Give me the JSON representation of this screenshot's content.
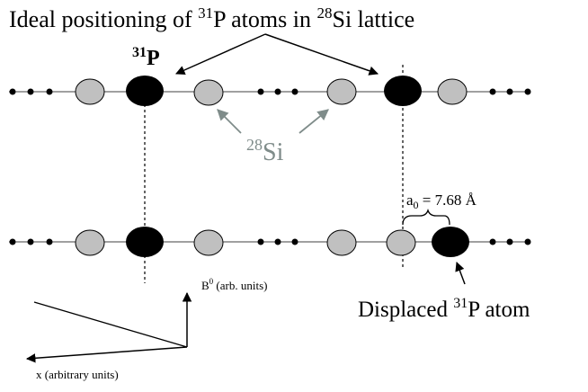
{
  "title": {
    "prefix": "Ideal positioning of ",
    "p_mass": "31",
    "p_symbol": "P",
    "middle": " atoms in ",
    "si_mass": "28",
    "si_symbol": "Si",
    "suffix": " lattice"
  },
  "labels": {
    "p_label_mass": "31",
    "p_label_symbol": "P",
    "si_label_mass": "28",
    "si_label_symbol": "Si",
    "lattice_const_symbol": "a",
    "lattice_const_sub": "0",
    "lattice_const_value": " = 7.68 Å",
    "displaced_prefix": "Displaced ",
    "displaced_mass": "31",
    "displaced_suffix": "P atom",
    "b_axis_symbol": "B",
    "b_axis_sup": "0",
    "b_axis_text": " (arb. units)",
    "x_axis": "x (arbitrary units)"
  },
  "colors": {
    "phosphorus": "#000000",
    "silicon_fill": "#c0c0c0",
    "silicon_label": "#7f8c8a",
    "line": "#000000",
    "si_arrow": "#7f8c8a"
  }
}
